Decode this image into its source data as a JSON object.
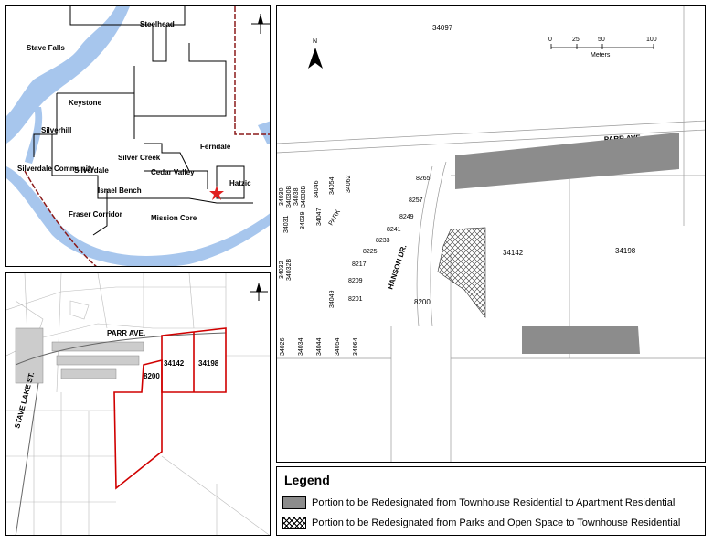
{
  "overview_map": {
    "communities": [
      "Stave Falls",
      "Steelhead",
      "Keystone",
      "Silverhill",
      "Silverdale Community",
      "Silverdale",
      "Silver Creek",
      "Cedar Valley",
      "Ferndale",
      "Hatzic",
      "Israel Bench",
      "Fraser Corridor",
      "Mission Core"
    ]
  },
  "context_map": {
    "street_parr": "PARR AVE.",
    "street_stave": "STAVE LAKE ST.",
    "lot_8200": "8200",
    "lot_34142": "34142",
    "lot_34198": "34198"
  },
  "detail_map": {
    "lot_34097": "34097",
    "street_parr": "PARR AVE.",
    "street_hanson": "HANSON DR.",
    "park_label": "PARK",
    "lot_34142": "34142",
    "lot_34198": "34198",
    "lot_8200": "8200",
    "scale_ticks": [
      "0",
      "25",
      "50",
      "100"
    ],
    "scale_unit": "Meters",
    "north_label": "N",
    "small_lots_top": [
      "34030",
      "34030B",
      "34038",
      "34038B",
      "34046",
      "34054",
      "34062"
    ],
    "small_lots_mid": [
      "34031",
      "34039",
      "34047"
    ],
    "small_lots_left": [
      "34032",
      "34032B"
    ],
    "small_lots_bottom": [
      "34026",
      "34034",
      "34044",
      "34054",
      "34064"
    ],
    "hanson_lots": [
      "8265",
      "8257",
      "8249",
      "8241",
      "8233",
      "8225",
      "8217",
      "8209",
      "8201"
    ],
    "lot_34049": "34049"
  },
  "legend": {
    "title": "Legend",
    "item1": "Portion to be Redesignated from Townhouse Residential to Apartment Residential",
    "item2": "Portion to be Redesignated from Parks and Open Space to Townhouse Residential"
  },
  "colors": {
    "water": "#a7c6ed",
    "boundary_red": "#8b1a1a",
    "subject_red": "#d00000",
    "redesignate_grey": "#8c8c8c",
    "star": "#e02020"
  }
}
